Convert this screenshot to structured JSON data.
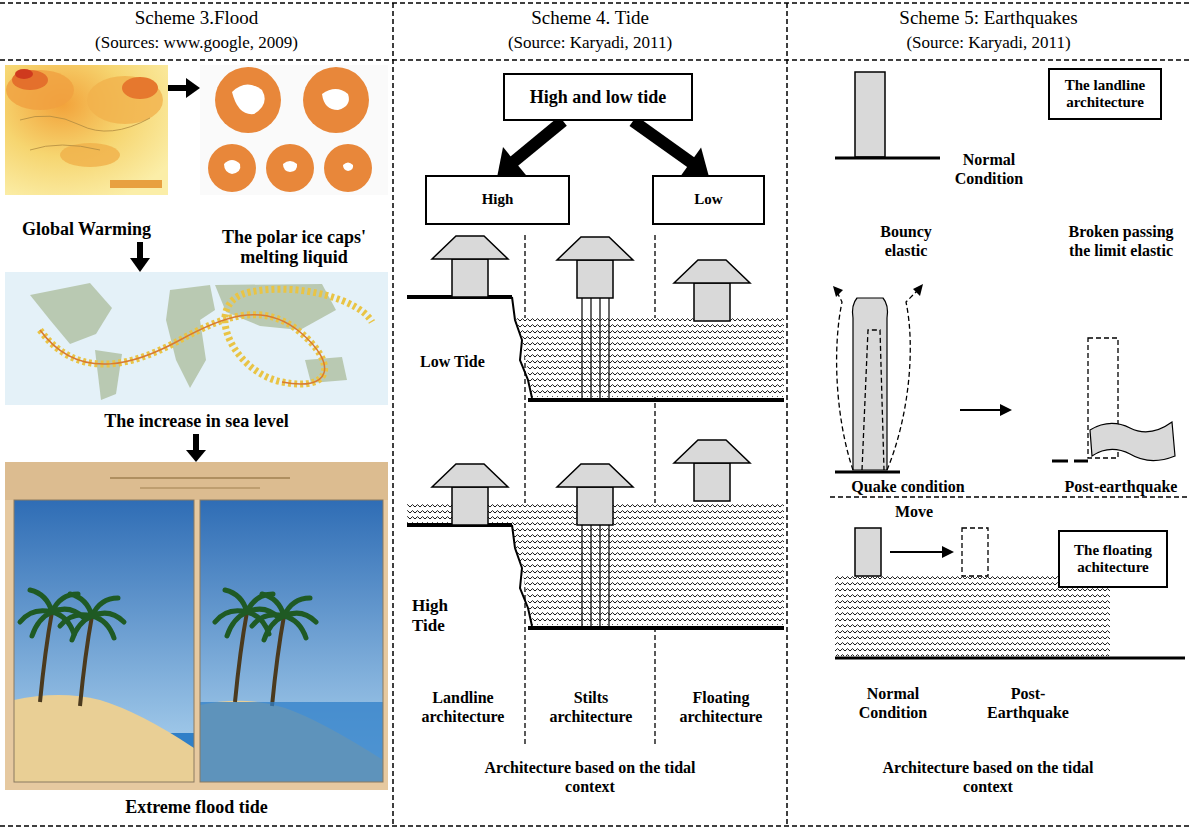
{
  "diagram": {
    "nodes": [
      {
        "text": [
          "Global Warming"
        ]
      },
      {
        "text": [
          "The polar ice caps' melting liquid"
        ]
      },
      {
        "text": [
          "The increase in sea level"
        ]
      },
      {
        "text": [
          "Extreme flood tide"
        ]
      },
      {
        "text": [
          "High and low tide"
        ]
      },
      {
        "text": [
          "High"
        ]
      },
      {
        "text": [
          "Low"
        ]
      },
      {
        "text": [
          "The landline architecture"
        ]
      },
      {
        "text": [
          "The floating achitecture"
        ]
      }
    ],
    "edges": [
      {
        "from": 0,
        "to": 1,
        "arrow": "to"
      },
      {
        "from": 0,
        "to": 2,
        "arrow": "to"
      },
      {
        "from": 2,
        "to": 3,
        "arrow": "to"
      },
      {
        "from": 4,
        "to": 5,
        "arrow": "to"
      },
      {
        "from": 4,
        "to": 6,
        "arrow": "to"
      }
    ],
    "labels": [
      "Scheme 3.Flood",
      "(Sources: www.google, 2009)",
      "Scheme 4. Tide",
      "(Source: Karyadi, 2011)",
      "Scheme 5: Earthquakes",
      "(Source: Karyadi, 2011)",
      "Low Tide",
      "High Tide",
      "Landline architecture",
      "Stilts architecture",
      "Floating architecture",
      "Architecture based on the tidal context",
      "Normal Condition",
      "Bouncy elastic",
      "Broken passing the limit elastic",
      "Quake condition",
      "Post-earthquake",
      "Move",
      "Normal Condition",
      "Post-Earthquake",
      "Architecture based on the tidal context"
    ]
  }
}
